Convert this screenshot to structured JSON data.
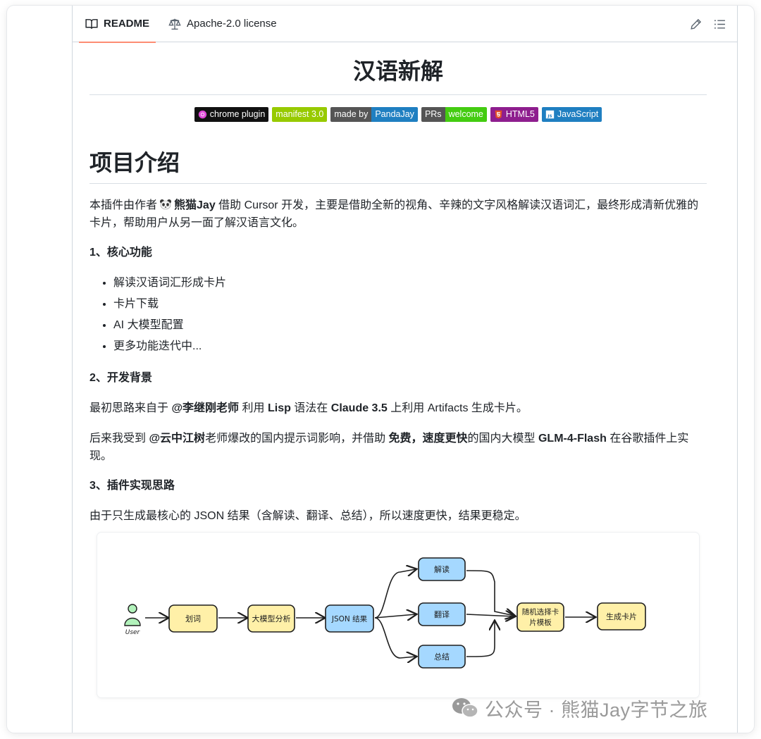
{
  "tabs": [
    {
      "label": "README",
      "icon": "book-icon",
      "active": true
    },
    {
      "label": "Apache-2.0 license",
      "icon": "scale-icon",
      "active": false
    }
  ],
  "toolbar": {
    "edit_icon": "pencil-icon",
    "outline_icon": "list-icon"
  },
  "readme": {
    "title": "汉语新解",
    "badges": [
      {
        "left": "chrome plugin",
        "right": "",
        "icon": "chrome-icon",
        "left_color": "#111111",
        "right_color": "#111111"
      },
      {
        "left": "manifest 3.0",
        "right": "",
        "left_color": "#97ca00",
        "right_color": "#97ca00"
      },
      {
        "left": "made by",
        "right": "PandaJay",
        "left_color": "#555555",
        "right_color": "#1f7fc1"
      },
      {
        "left": "PRs",
        "right": "welcome",
        "left_color": "#555555",
        "right_color": "#44cc11"
      },
      {
        "left": "HTML5",
        "right": "",
        "icon": "html5-icon",
        "left_color": "#8e1e8e",
        "right_color": "#8e1e8e"
      },
      {
        "left": "JavaScript",
        "right": "",
        "icon": "js-icon",
        "left_color": "#1f7fc1",
        "right_color": "#1f7fc1"
      }
    ],
    "section_title": "项目介绍",
    "intro": {
      "pre": "本插件由作者",
      "author": "熊猫Jay",
      "post": " 借助 Cursor 开发，主要是借助全新的视角、辛辣的文字风格解读汉语词汇，最终形成清新优雅的卡片，帮助用户从另一面了解汉语言文化。"
    },
    "h_core": "1、核心功能",
    "features": [
      "解读汉语词汇形成卡片",
      "卡片下载",
      "AI 大模型配置",
      "更多功能迭代中..."
    ],
    "h_background": "2、开发背景",
    "bg1": {
      "t1": "最初思路来自于 ",
      "b1": "@李继刚老师",
      "t2": " 利用 ",
      "b2": "Lisp",
      "t3": " 语法在 ",
      "b3": "Claude 3.5",
      "t4": " 上利用 Artifacts 生成卡片。"
    },
    "bg2": {
      "t1": "后来我受到 ",
      "b1": "@云中江树",
      "t2": "老师爆改的国内提示词影响，并借助 ",
      "b2": "免费，速度更快",
      "t3": "的国内大模型 ",
      "b3": "GLM-4-Flash",
      "t4": " 在谷歌插件上实现。"
    },
    "h_impl": "3、插件实现思路",
    "impl": "由于只生成最核心的 JSON 结果（含解读、翻译、总结），所以速度更快，结果更稳定。"
  },
  "diagram": {
    "user_label": "User",
    "nodes": {
      "select": "划词",
      "llm": "大模型分析",
      "json": "JSON 结果",
      "interpret": "解读",
      "translate": "翻译",
      "summary": "总结",
      "template_line1": "随机选择卡",
      "template_line2": "片模板",
      "card": "生成卡片"
    },
    "colors": {
      "yellow": "#fff0a8",
      "blue": "#a5d8ff",
      "user": "#b2f2bb"
    }
  },
  "watermark": "公众号 · 熊猫Jay字节之旅"
}
